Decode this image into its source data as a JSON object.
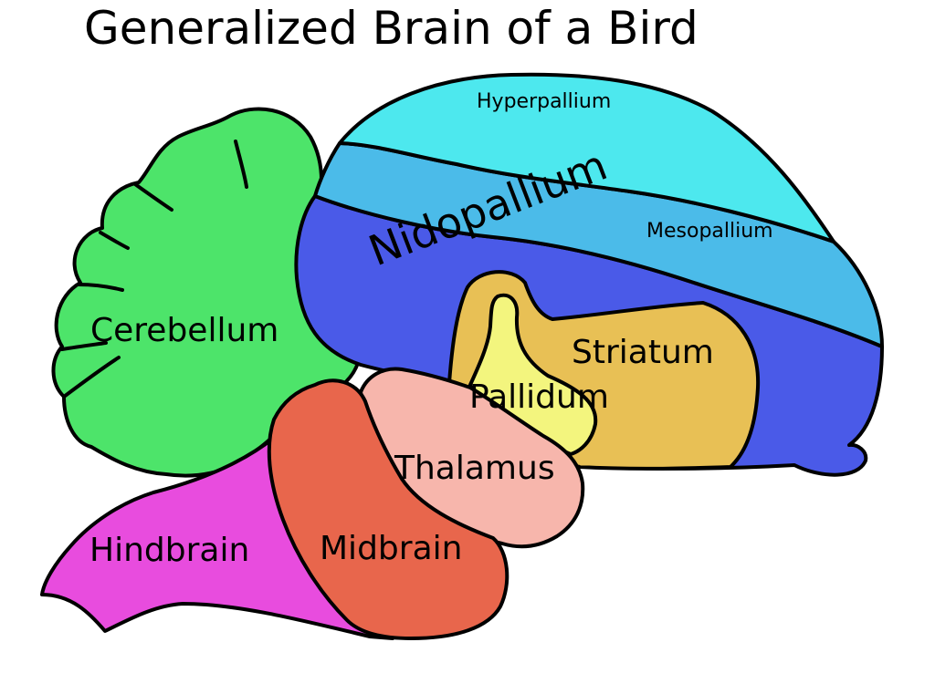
{
  "title": "Generalized Brain of a Bird",
  "colors": {
    "background": "#ffffff",
    "outline": "#000000",
    "hyperpallium": "#4de8ee",
    "mesopallium": "#4bbbe9",
    "nidopallium": "#4a5ae8",
    "striatum": "#e8c055",
    "pallidum": "#f3f57e",
    "thalamus": "#f7b6ac",
    "midbrain": "#e8664c",
    "hindbrain": "#e84cde",
    "cerebellum": "#4de46a"
  },
  "labels": {
    "hyperpallium": "Hyperpallium",
    "mesopallium": "Mesopallium",
    "nidopallium": "Nidopallium",
    "striatum": "Striatum",
    "pallidum": "Pallidum",
    "thalamus": "Thalamus",
    "midbrain": "Midbrain",
    "hindbrain": "Hindbrain",
    "cerebellum": "Cerebellum"
  }
}
